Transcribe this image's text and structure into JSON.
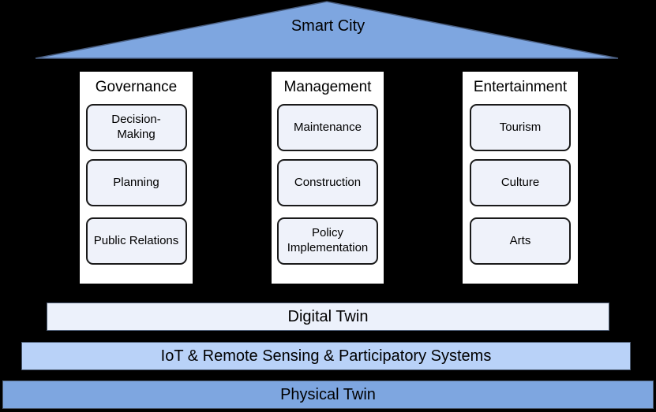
{
  "roof": {
    "label": "Smart City"
  },
  "pillars": [
    {
      "header": "Governance",
      "items": [
        "Decision-\nMaking",
        "Planning",
        "Public Relations"
      ]
    },
    {
      "header": "Management",
      "items": [
        "Maintenance",
        "Construction",
        "Policy Implementation"
      ]
    },
    {
      "header": "Entertainment",
      "items": [
        "Tourism",
        "Culture",
        "Arts"
      ]
    }
  ],
  "foundation": [
    {
      "label": "Digital Twin",
      "fill": "#ECF1FB"
    },
    {
      "label": "IoT & Remote Sensing & Participatory Systems",
      "fill": "#B9D2F8"
    },
    {
      "label": "Physical Twin",
      "fill": "#7EA6E0"
    }
  ],
  "colors": {
    "background": "#000000",
    "roof_fill": "#7EA6E0",
    "roof_stroke": "#4a5f82",
    "pillar_fill": "#FFFFFF",
    "box_fill": "#EFF2FA",
    "box_border": "#1a1a1a",
    "text": "#000000"
  }
}
